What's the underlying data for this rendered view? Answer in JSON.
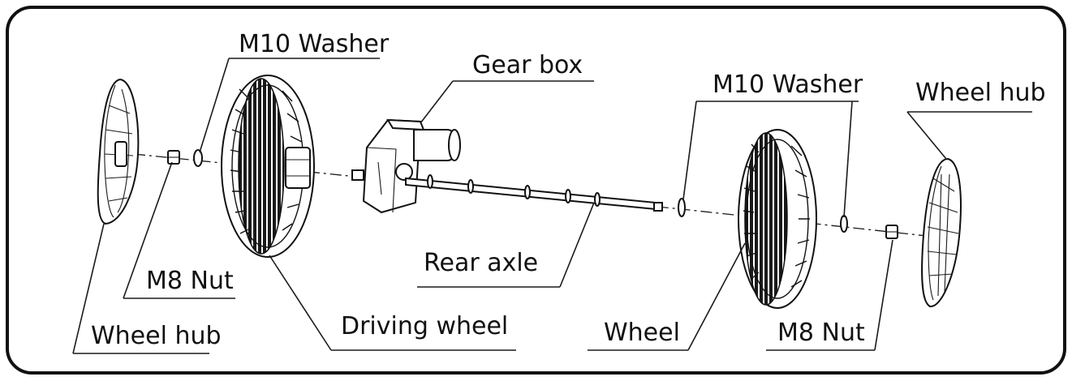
{
  "diagram": {
    "labels": {
      "m10_washer_left": "M10 Washer",
      "gear_box": "Gear box",
      "m10_washer_right": "M10 Washer",
      "wheel_hub_right": "Wheel hub",
      "m8_nut_left": "M8 Nut",
      "rear_axle": "Rear axle",
      "wheel_hub_left": "Wheel hub",
      "driving_wheel": "Driving wheel",
      "wheel": "Wheel",
      "m8_nut_right": "M8 Nut"
    }
  }
}
